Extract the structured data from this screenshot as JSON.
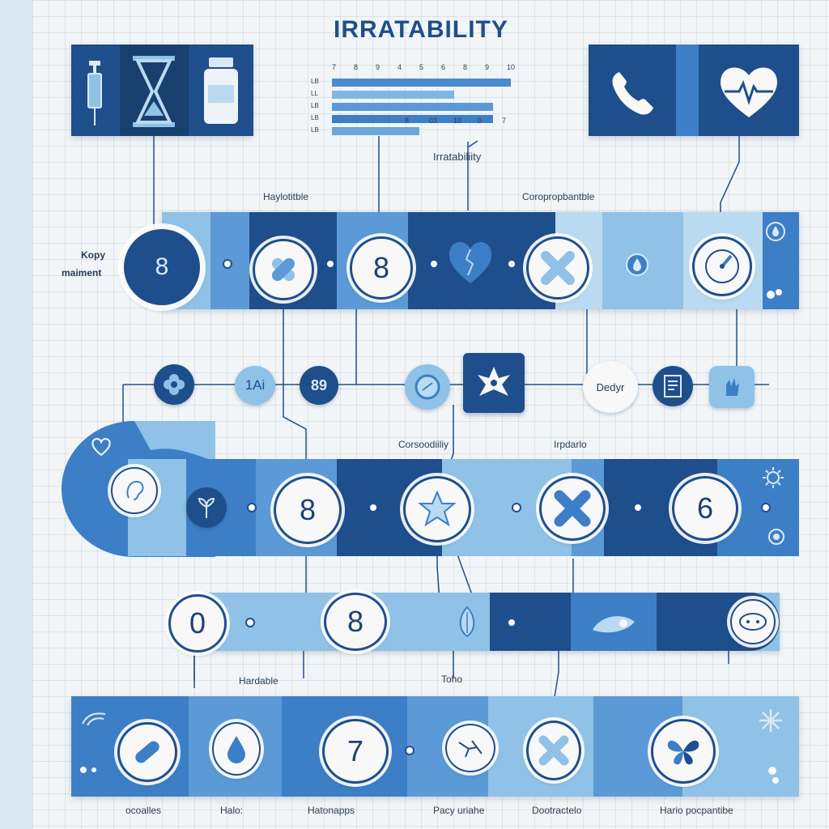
{
  "title": "IRRATABILITY",
  "bar_chart": {
    "top_ticks": [
      "7",
      "8",
      "9",
      "4",
      "5",
      "6",
      "8",
      "9",
      "10"
    ],
    "row_labels": [
      "LB",
      "LL",
      "LB",
      "LB",
      "LB"
    ],
    "bottom_ticks": [
      "8",
      "03",
      "10",
      "0",
      "7"
    ],
    "series": [
      {
        "value": 0.92,
        "color": "#4a8bd0"
      },
      {
        "value": 0.63,
        "color": "#7fb5e2"
      },
      {
        "value": 0.83,
        "color": "#5b9ad6"
      },
      {
        "value": 0.83,
        "color": "#3d7fc6"
      },
      {
        "value": 0.45,
        "color": "#6aa7dc"
      }
    ],
    "caption": "Irratabiliity"
  },
  "labels": {
    "hayloftable": "Haylotitble",
    "corporate": "Coropropbantble",
    "kopy": "Kopy",
    "treatment": "maiment",
    "corsodility": "Corsoodiiliy",
    "imparlo": "Irpdarlo",
    "hardable": "Hardable",
    "toho": "Toho"
  },
  "numbers": {
    "row1_a": "8",
    "row1_b": "8",
    "mid_a": "1Ai",
    "mid_b": "89",
    "mid_c": "Dedyr",
    "row2_a": "8",
    "row2_b": "6",
    "row3_a": "0",
    "row3_b": "8",
    "row4_a": "7"
  },
  "bottom_labels": [
    "ocoalles",
    "Halo:",
    "Hatonapps",
    "Pacy uriahe",
    "Dootractelo",
    "Hario pocpantibe"
  ],
  "icons": {
    "top_left": [
      "syringe-icon",
      "hourglass-icon",
      "pill-bottle-icon"
    ],
    "top_right": [
      "phone-icon",
      "heart-pulse-icon"
    ]
  },
  "colors": {
    "navy": "#1f4e8c",
    "mid_blue": "#3d7fc6",
    "light_blue": "#8fc2e6",
    "pale_blue": "#b9daf0",
    "background": "#f2f5f7"
  }
}
